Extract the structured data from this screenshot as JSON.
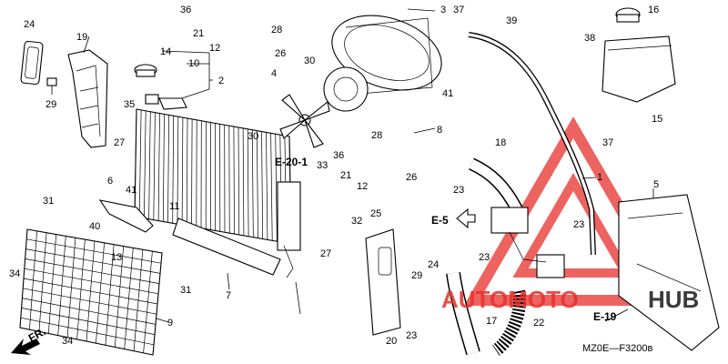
{
  "diagram": {
    "catalog_code": "MZ0E—F3200в",
    "front_arrow_label": "FR.",
    "refs": {
      "e20_1": "E-20-1",
      "e5": "E-5",
      "e19": "E-19"
    },
    "watermark": {
      "part1": "AUTOMOTO",
      "part2": "HUB",
      "color_red": "#e8302a",
      "color_dark": "#1a1a1a"
    },
    "callouts": [
      {
        "id": "c24",
        "text": "24"
      },
      {
        "id": "c19",
        "text": "19"
      },
      {
        "id": "c29a",
        "text": "29"
      },
      {
        "id": "c36a",
        "text": "36"
      },
      {
        "id": "c21a",
        "text": "21"
      },
      {
        "id": "c28a",
        "text": "28"
      },
      {
        "id": "c12a",
        "text": "12"
      },
      {
        "id": "c26a",
        "text": "26"
      },
      {
        "id": "c14",
        "text": "14"
      },
      {
        "id": "c10",
        "text": "10"
      },
      {
        "id": "c2",
        "text": "2"
      },
      {
        "id": "c35",
        "text": "35"
      },
      {
        "id": "c27a",
        "text": "27"
      },
      {
        "id": "c3",
        "text": "3"
      },
      {
        "id": "c37a",
        "text": "37"
      },
      {
        "id": "c39",
        "text": "39"
      },
      {
        "id": "c16",
        "text": "16"
      },
      {
        "id": "c38",
        "text": "38"
      },
      {
        "id": "c30a",
        "text": "30"
      },
      {
        "id": "c4",
        "text": "4"
      },
      {
        "id": "c41a",
        "text": "41"
      },
      {
        "id": "c15",
        "text": "15"
      },
      {
        "id": "c30b",
        "text": "30"
      },
      {
        "id": "c8",
        "text": "8"
      },
      {
        "id": "c37b",
        "text": "37"
      },
      {
        "id": "c18",
        "text": "18"
      },
      {
        "id": "c1",
        "text": "1"
      },
      {
        "id": "c36b",
        "text": "36"
      },
      {
        "id": "c28b",
        "text": "28"
      },
      {
        "id": "c33",
        "text": "33"
      },
      {
        "id": "c21b",
        "text": "21"
      },
      {
        "id": "c12b",
        "text": "12"
      },
      {
        "id": "c26b",
        "text": "26"
      },
      {
        "id": "c6",
        "text": "6"
      },
      {
        "id": "c41b",
        "text": "41"
      },
      {
        "id": "c11",
        "text": "11"
      },
      {
        "id": "c31a",
        "text": "31"
      },
      {
        "id": "c40",
        "text": "40"
      },
      {
        "id": "c13",
        "text": "13"
      },
      {
        "id": "c25",
        "text": "25"
      },
      {
        "id": "c32",
        "text": "32"
      },
      {
        "id": "c23a",
        "text": "23"
      },
      {
        "id": "c5",
        "text": "5"
      },
      {
        "id": "c23b",
        "text": "23"
      },
      {
        "id": "c34a",
        "text": "34"
      },
      {
        "id": "c27b",
        "text": "27"
      },
      {
        "id": "c23c",
        "text": "23"
      },
      {
        "id": "c7",
        "text": "7"
      },
      {
        "id": "c31b",
        "text": "31"
      },
      {
        "id": "c29b",
        "text": "29"
      },
      {
        "id": "c24b",
        "text": "24"
      },
      {
        "id": "c9",
        "text": "9"
      },
      {
        "id": "c17",
        "text": "17"
      },
      {
        "id": "c22",
        "text": "22"
      },
      {
        "id": "c20",
        "text": "20"
      },
      {
        "id": "c23d",
        "text": "23"
      },
      {
        "id": "c34b",
        "text": "34"
      }
    ]
  }
}
